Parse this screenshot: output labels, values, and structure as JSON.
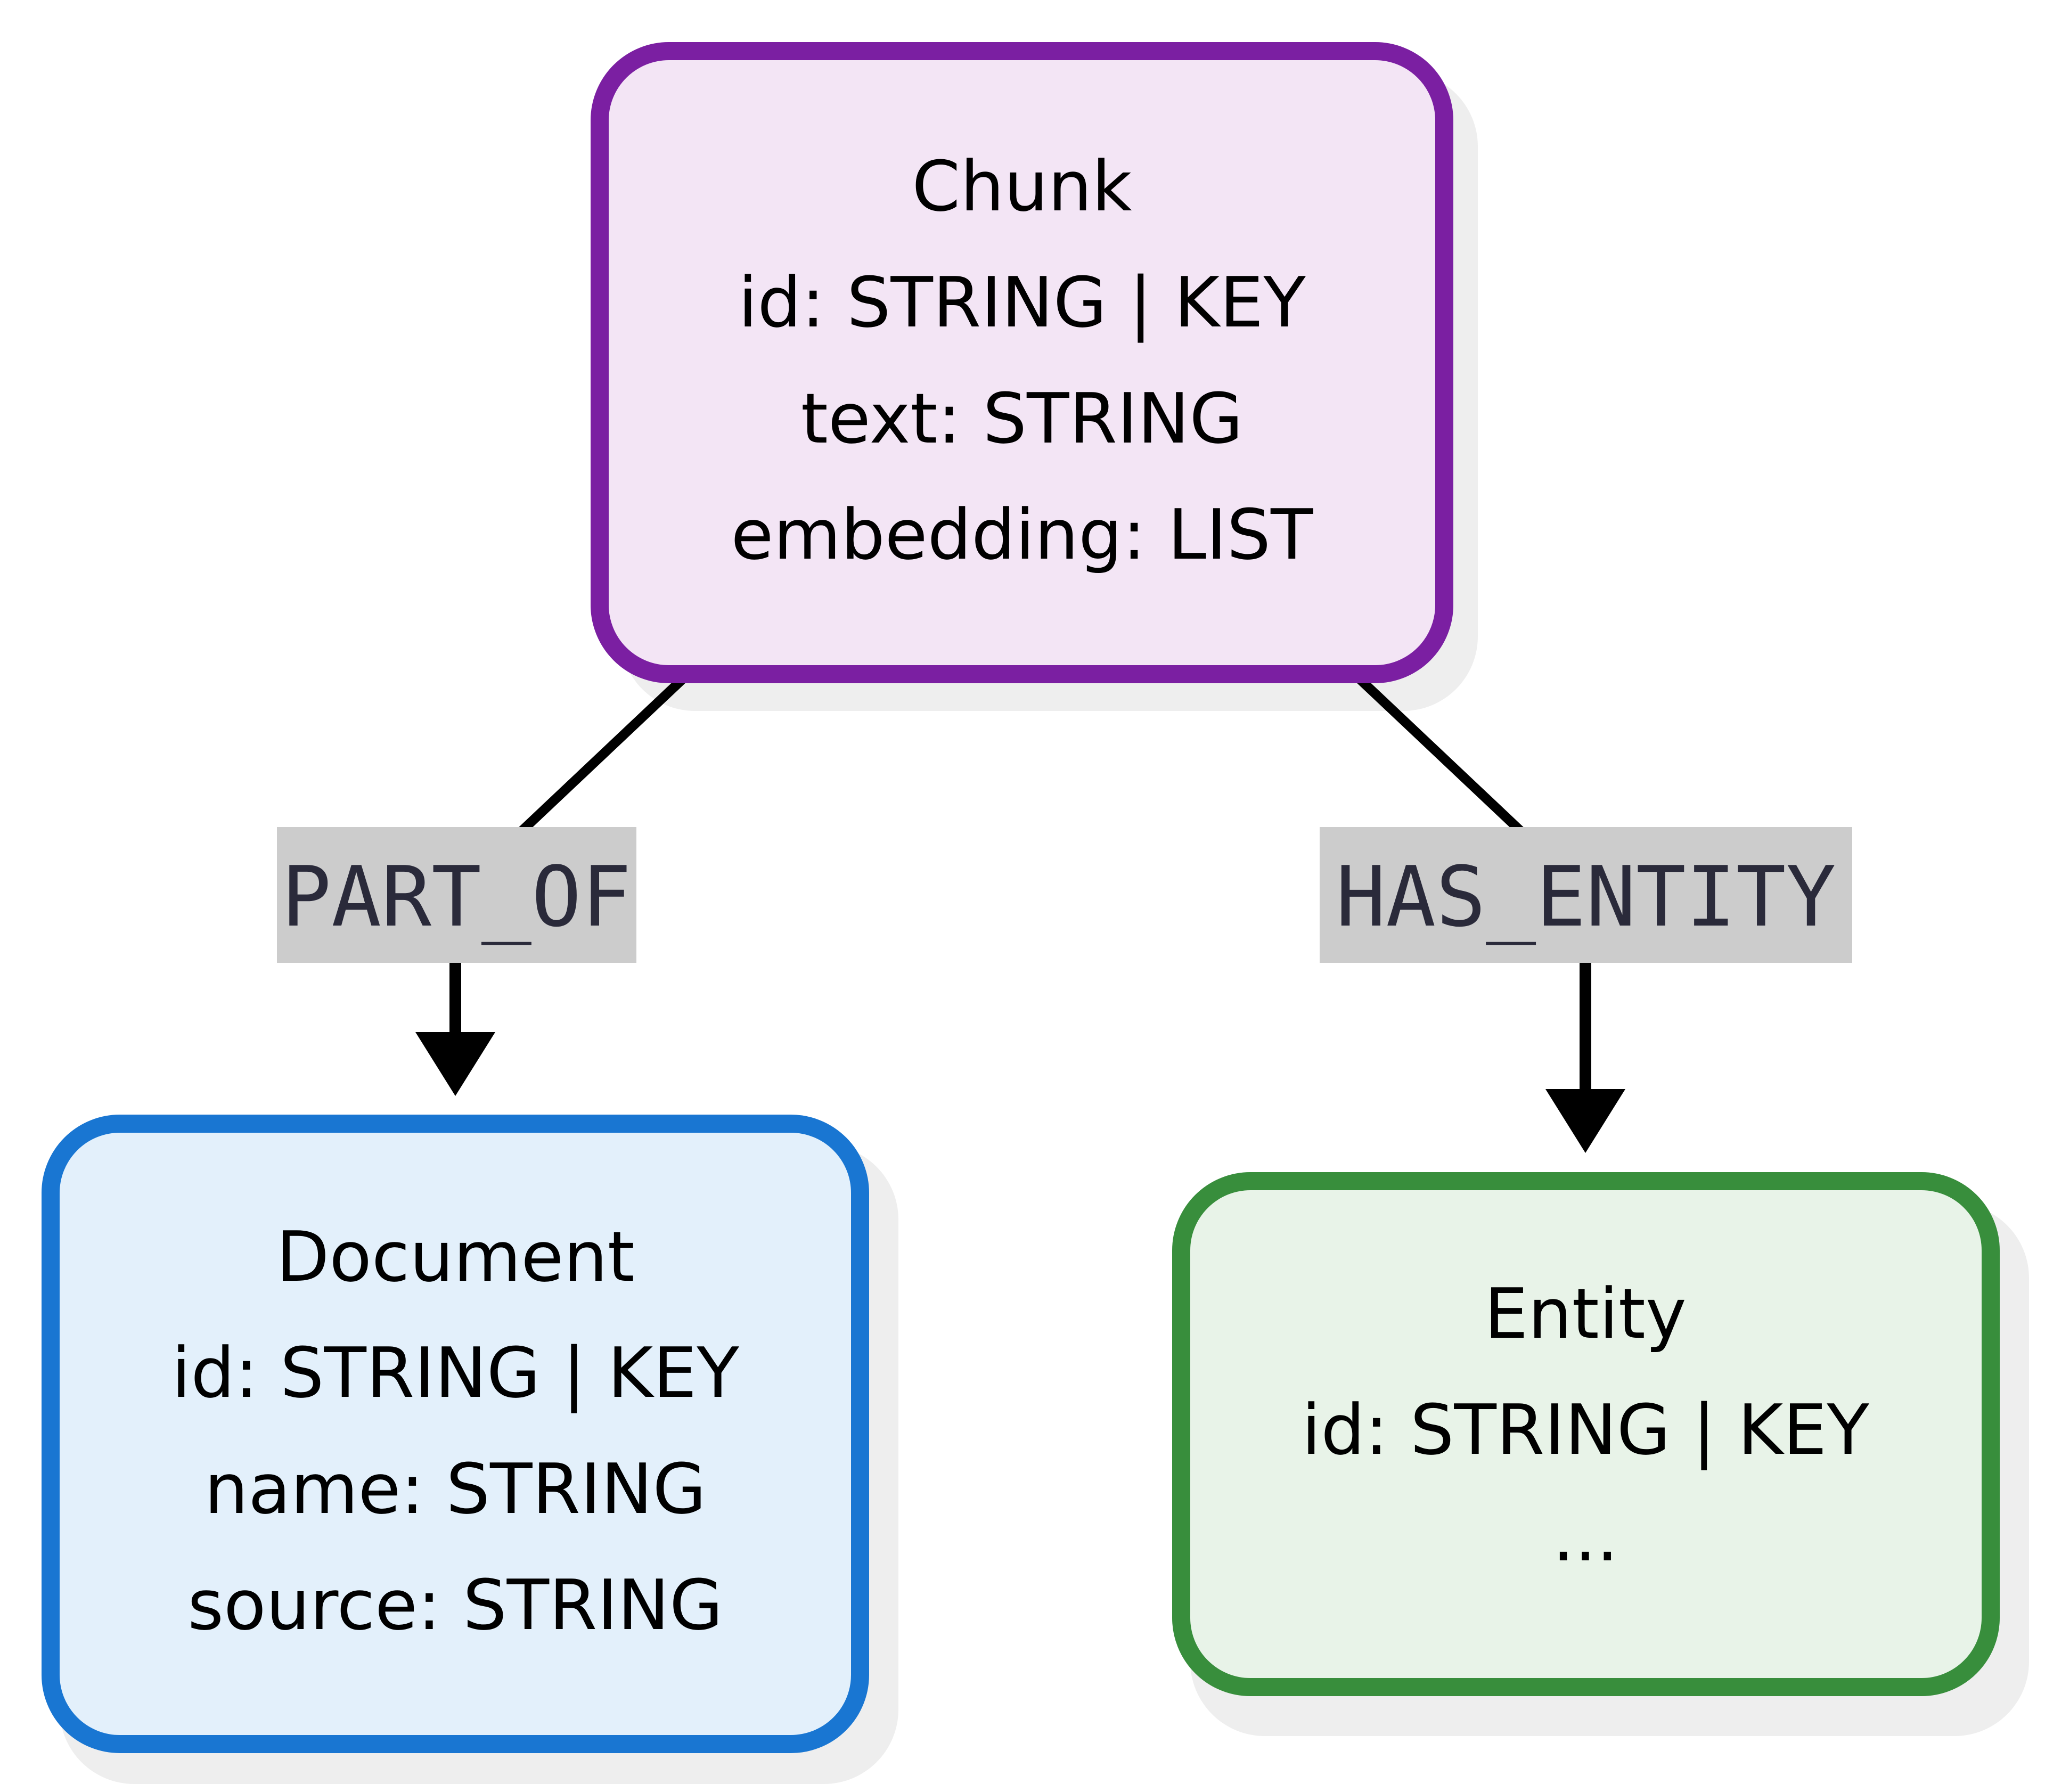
{
  "colors": {
    "chunk_fill": "#f3e5f5",
    "chunk_border": "#7b1fa2",
    "document_fill": "#e3f0fb",
    "document_border": "#1976d2",
    "entity_fill": "#e8f3e8",
    "entity_border": "#388e3c",
    "label_bg": "#cccccc",
    "edge": "#000000",
    "shadow": "#eeeeee"
  },
  "nodes": {
    "chunk": {
      "title": "Chunk",
      "lines": [
        "id: STRING | KEY",
        "text: STRING",
        "embedding: LIST"
      ]
    },
    "document": {
      "title": "Document",
      "lines": [
        "id: STRING | KEY",
        "name: STRING",
        "source: STRING"
      ]
    },
    "entity": {
      "title": "Entity",
      "lines": [
        "id: STRING | KEY",
        "..."
      ]
    }
  },
  "edges": {
    "part_of": {
      "label": "PART_OF"
    },
    "has_entity": {
      "label": "HAS_ENTITY"
    }
  }
}
